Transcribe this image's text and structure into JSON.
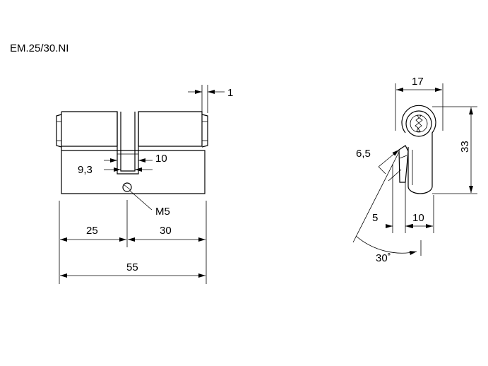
{
  "title": "EM.25/30.NI",
  "front_view": {
    "dim_offset": "1",
    "dim_cam_left": "9,3",
    "dim_cam_right": "10",
    "screw_label": "M5",
    "dim_left_length": "25",
    "dim_right_length": "30",
    "dim_total_length": "55"
  },
  "side_view": {
    "dim_width": "17",
    "dim_height": "33",
    "dim_cam_thickness": "6,5",
    "dim_offset": "5",
    "dim_lower_width": "10",
    "dim_angle": "30˚"
  }
}
